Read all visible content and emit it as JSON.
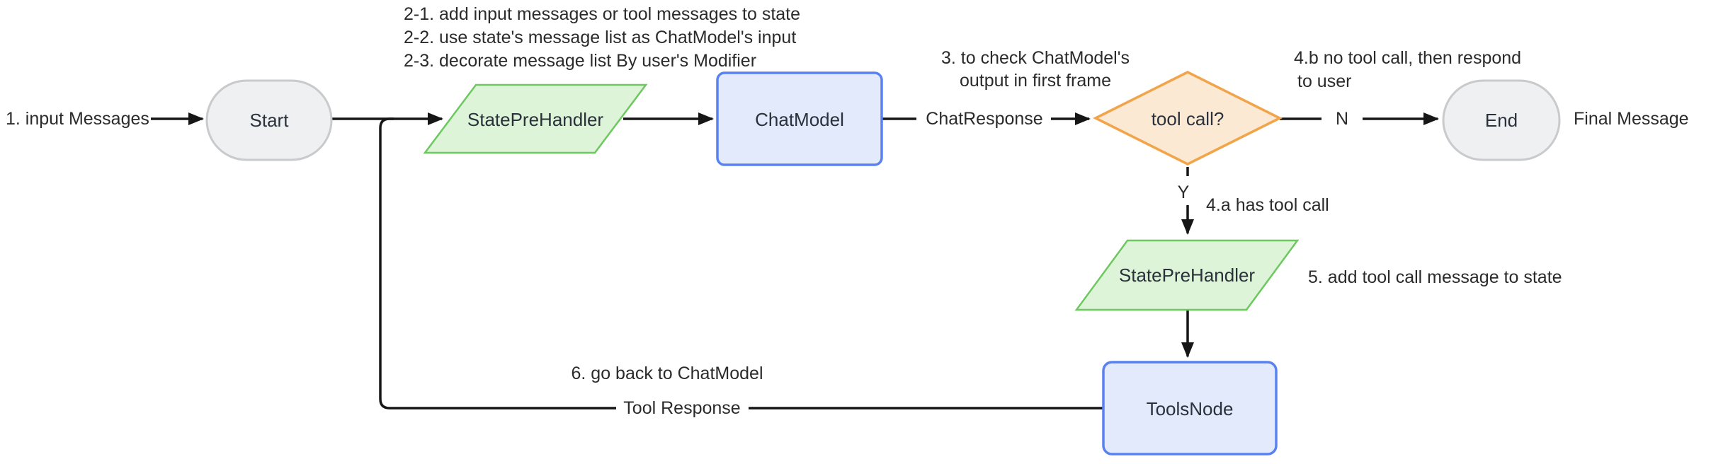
{
  "diagram": {
    "nodes": {
      "start": {
        "label": "Start",
        "shape": "stadium"
      },
      "state_pre_handler_1": {
        "label": "StatePreHandler",
        "shape": "parallelogram"
      },
      "chat_model": {
        "label": "ChatModel",
        "shape": "rounded-rect"
      },
      "tool_call_decision": {
        "label": "tool call?",
        "shape": "diamond"
      },
      "end": {
        "label": "End",
        "shape": "stadium"
      },
      "state_pre_handler_2": {
        "label": "StatePreHandler",
        "shape": "parallelogram"
      },
      "tools_node": {
        "label": "ToolsNode",
        "shape": "rounded-rect"
      }
    },
    "edge_labels": {
      "chat_response": "ChatResponse",
      "no": "N",
      "yes": "Y",
      "tool_response": "Tool Response"
    },
    "annotations": {
      "step_1": "1. input Messages",
      "step_2_line_1": "2-1. add input messages or tool messages to state",
      "step_2_line_2": "2-2. use state's message list as ChatModel's input",
      "step_2_line_3": "2-3. decorate message list By user's Modifier",
      "step_3_line_1": "3. to check ChatModel's",
      "step_3_line_2": "output in first frame",
      "step_4a": "4.a has tool call",
      "step_4b_line_1": "4.b no tool call, then respond",
      "step_4b_line_2": "to user",
      "step_5": "5. add tool call message to state",
      "step_6": "6. go back to ChatModel",
      "final_message": "Final Message"
    },
    "colors": {
      "stadium_fill": "#eef0f1",
      "stadium_border": "#c8cacd",
      "parallelogram_fill": "#ddf4d8",
      "parallelogram_border": "#6cc85f",
      "rect_fill": "#e2eafc",
      "rect_border": "#5a81f0",
      "diamond_fill": "#fce9d3",
      "diamond_border": "#f2a44a",
      "edge": "#161616",
      "text": "#2b2b2b"
    }
  }
}
